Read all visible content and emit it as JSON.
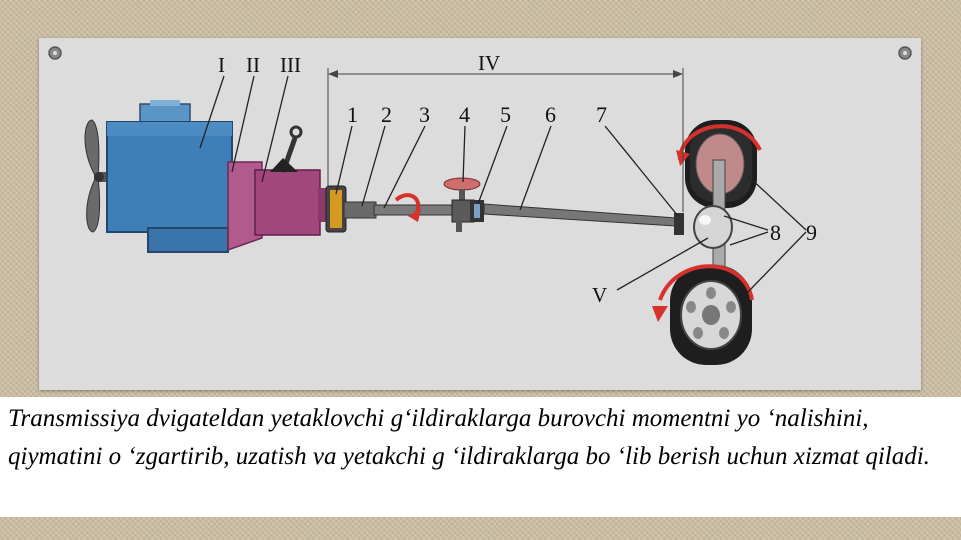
{
  "diagram": {
    "roman_labels": {
      "r1": "I",
      "r2": "II",
      "r3": "III",
      "r4": "IV",
      "r5": "V"
    },
    "number_labels": {
      "n1": "1",
      "n2": "2",
      "n3": "3",
      "n4": "4",
      "n5": "5",
      "n6": "6",
      "n7": "7",
      "n8": "8",
      "n9": "9"
    }
  },
  "caption": {
    "text": "Transmissiya dvigateldan yetaklovchi g‘ildiraklarga burovchi momentni yo ‘nalishini, qiymatini o ‘zgartirib, uzatish va yetakchi g ‘ildiraklarga bo ‘lib berish uchun xizmat qiladi."
  },
  "colors": {
    "engine": "#3e7fb8",
    "clutch": "#b05a8e",
    "gearbox": "#a2467e",
    "rotation_arrow": "#d6322d",
    "board": "#dcdcdc"
  }
}
